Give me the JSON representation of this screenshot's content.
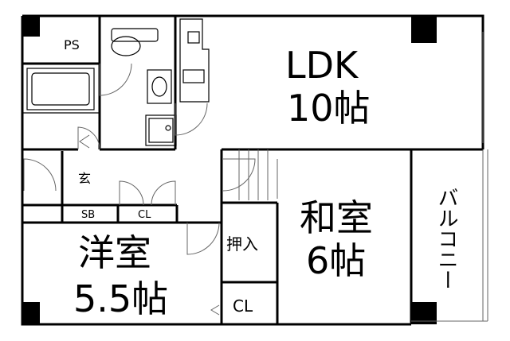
{
  "rooms": {
    "ps": "PS",
    "ldk_name": "LDK",
    "ldk_size": "10帖",
    "entrance": "玄",
    "sb": "SB",
    "cl_entrance": "CL",
    "oshiire": "押入",
    "cl_western": "CL",
    "washitsu_name": "和室",
    "washitsu_size": "6帖",
    "youshitsu_name": "洋室",
    "youshitsu_size": "5.5帖",
    "balcony": "バルコニー"
  },
  "colors": {
    "wall": "#000000",
    "thin_line": "#666666",
    "background": "#ffffff"
  }
}
